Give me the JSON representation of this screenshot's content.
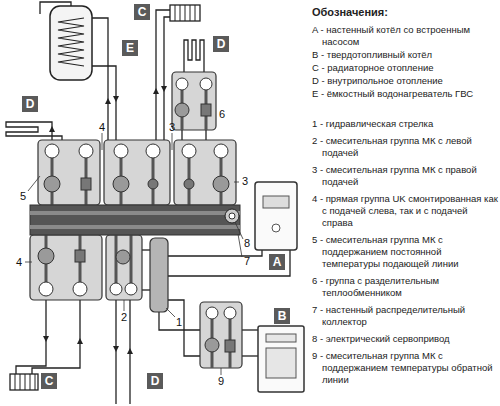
{
  "diagram": {
    "nodes": [
      {
        "text": [
          "E"
        ]
      },
      {
        "text": [
          "C"
        ]
      },
      {
        "text": [
          "D"
        ]
      },
      {
        "text": [
          "D"
        ]
      },
      {
        "text": [
          "A"
        ]
      },
      {
        "text": [
          "B"
        ]
      },
      {
        "text": [
          "C"
        ]
      },
      {
        "text": [
          "D"
        ]
      }
    ],
    "labels": [
      "Обозначения:",
      "6",
      "4",
      "3",
      "3",
      "5",
      "8",
      "4",
      "7",
      "2",
      "1",
      "9"
    ],
    "legend": [
      {
        "text": "A - настенный котёл со встроенным насосом"
      },
      {
        "text": "B - твердотопливный котёл"
      },
      {
        "text": "C - радиаторное отопление"
      },
      {
        "text": "D - внутрипольное отопление"
      },
      {
        "text": "E - ёмкостный водонагреватель ГВС"
      },
      {
        "text": "1 - гидравлическая стрелка"
      },
      {
        "text": "2 - смесительная группа МК с левой подачей"
      },
      {
        "text": "3 - смесительная группа МК с правой подачей"
      },
      {
        "text": "4 - прямая группа UK смонтированная как с подачей слева, так и с подачей справа"
      },
      {
        "text": "5 - смесительная группа МК с поддержанием постоянной температуры подающей линии"
      },
      {
        "text": "6 - группа с разделительным теплообменником"
      },
      {
        "text": "7 - настенный распределительный коллектор"
      },
      {
        "text": "8 - электрический сервопривод"
      },
      {
        "text": "9 - смесительная группа МК с поддержанием температуры обратной линии"
      }
    ]
  }
}
